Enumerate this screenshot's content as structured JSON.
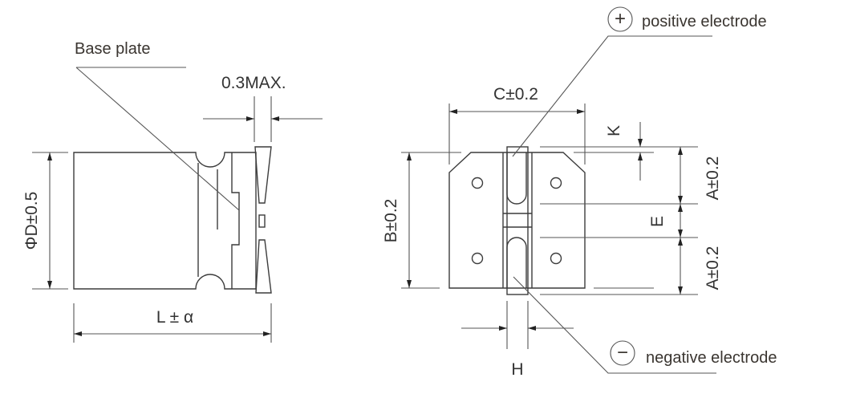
{
  "side_view": {
    "base_plate_label": "Base plate",
    "max_thickness_label": "0.3MAX.",
    "diameter_label": "ΦD±0.5",
    "length_label": "L ± α"
  },
  "bottom_view": {
    "width_label": "C±0.2",
    "height_label": "B±0.2",
    "k_label": "K",
    "a_label_top": "A±0.2",
    "a_label_bottom": "A±0.2",
    "e_label": "E",
    "h_label": "H",
    "positive_symbol": "+",
    "positive_label": "positive electrode",
    "negative_symbol": "−",
    "negative_label": "negative electrode"
  }
}
